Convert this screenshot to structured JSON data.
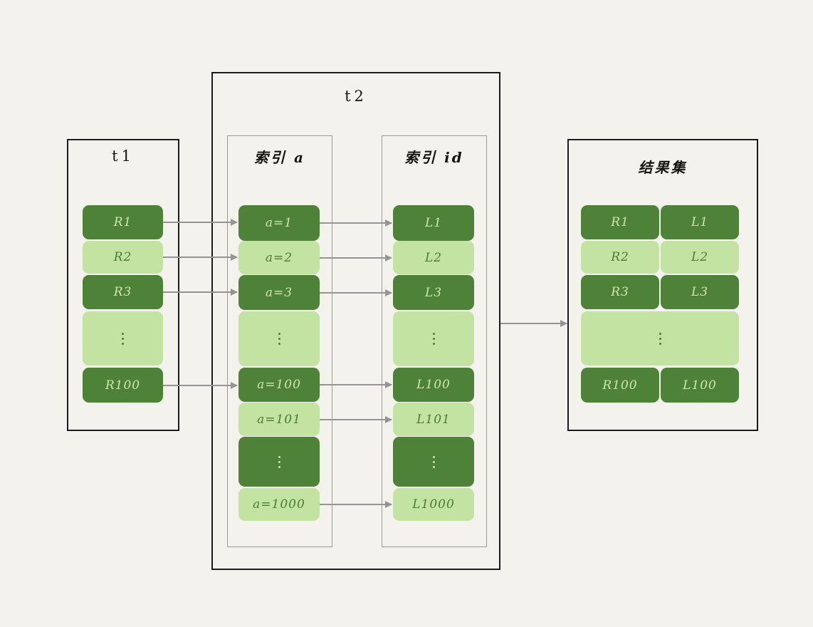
{
  "diagram": {
    "background_color": "#F4F2ED",
    "dark_cell_color": "#4F8239",
    "light_cell_color": "#C2E3A2",
    "arrow_color": "#949494",
    "outer_border_color": "#1b1b1b",
    "inner_border_color": "#9b9b96"
  },
  "t1": {
    "title": "t1",
    "rows": [
      {
        "label": "R1",
        "shade": "dark"
      },
      {
        "label": "R2",
        "shade": "light"
      },
      {
        "label": "R3",
        "shade": "dark"
      },
      {
        "label": "⋮",
        "shade": "light",
        "is_dots": true
      },
      {
        "label": "R100",
        "shade": "dark"
      }
    ]
  },
  "t2": {
    "title": "t2",
    "index_a": {
      "title": "索引 a",
      "rows": [
        {
          "label": "a=1",
          "shade": "dark"
        },
        {
          "label": "a=2",
          "shade": "light"
        },
        {
          "label": "a=3",
          "shade": "dark"
        },
        {
          "label": "⋮",
          "shade": "light",
          "is_dots": true
        },
        {
          "label": "a=100",
          "shade": "dark"
        },
        {
          "label": "a=101",
          "shade": "light"
        },
        {
          "label": "⋮",
          "shade": "dark",
          "is_dots": true
        },
        {
          "label": "a=1000",
          "shade": "light"
        }
      ]
    },
    "index_id": {
      "title": "索引 id",
      "rows": [
        {
          "label": "L1",
          "shade": "dark"
        },
        {
          "label": "L2",
          "shade": "light"
        },
        {
          "label": "L3",
          "shade": "dark"
        },
        {
          "label": "⋮",
          "shade": "light",
          "is_dots": true
        },
        {
          "label": "L100",
          "shade": "dark"
        },
        {
          "label": "L101",
          "shade": "light"
        },
        {
          "label": "⋮",
          "shade": "dark",
          "is_dots": true
        },
        {
          "label": "L1000",
          "shade": "light"
        }
      ]
    }
  },
  "result_set": {
    "title": "结果集",
    "rows": [
      {
        "left": "R1",
        "right": "L1",
        "shade": "dark"
      },
      {
        "left": "R2",
        "right": "L2",
        "shade": "light"
      },
      {
        "left": "R3",
        "right": "L3",
        "shade": "dark"
      },
      {
        "left": "⋮",
        "right": "",
        "shade": "light",
        "is_dots": true,
        "merged": true
      },
      {
        "left": "R100",
        "right": "L100",
        "shade": "dark"
      }
    ]
  }
}
